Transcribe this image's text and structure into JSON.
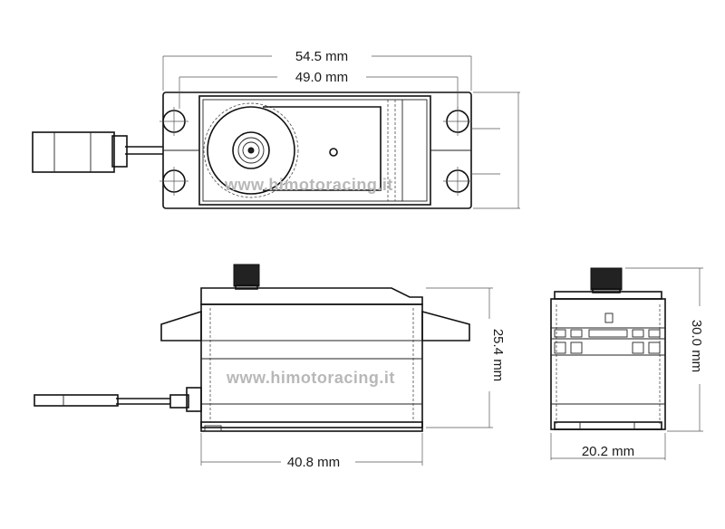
{
  "dimensions": {
    "top_outer_width": "54.5 mm",
    "top_mounting_width": "49.0 mm",
    "side_height": "25.4 mm",
    "side_body_length": "40.8 mm",
    "end_height": "30.0 mm",
    "end_width": "20.2 mm"
  },
  "watermarks": {
    "top": "www.himotoracing.it",
    "side": "www.himotoracing.it"
  }
}
